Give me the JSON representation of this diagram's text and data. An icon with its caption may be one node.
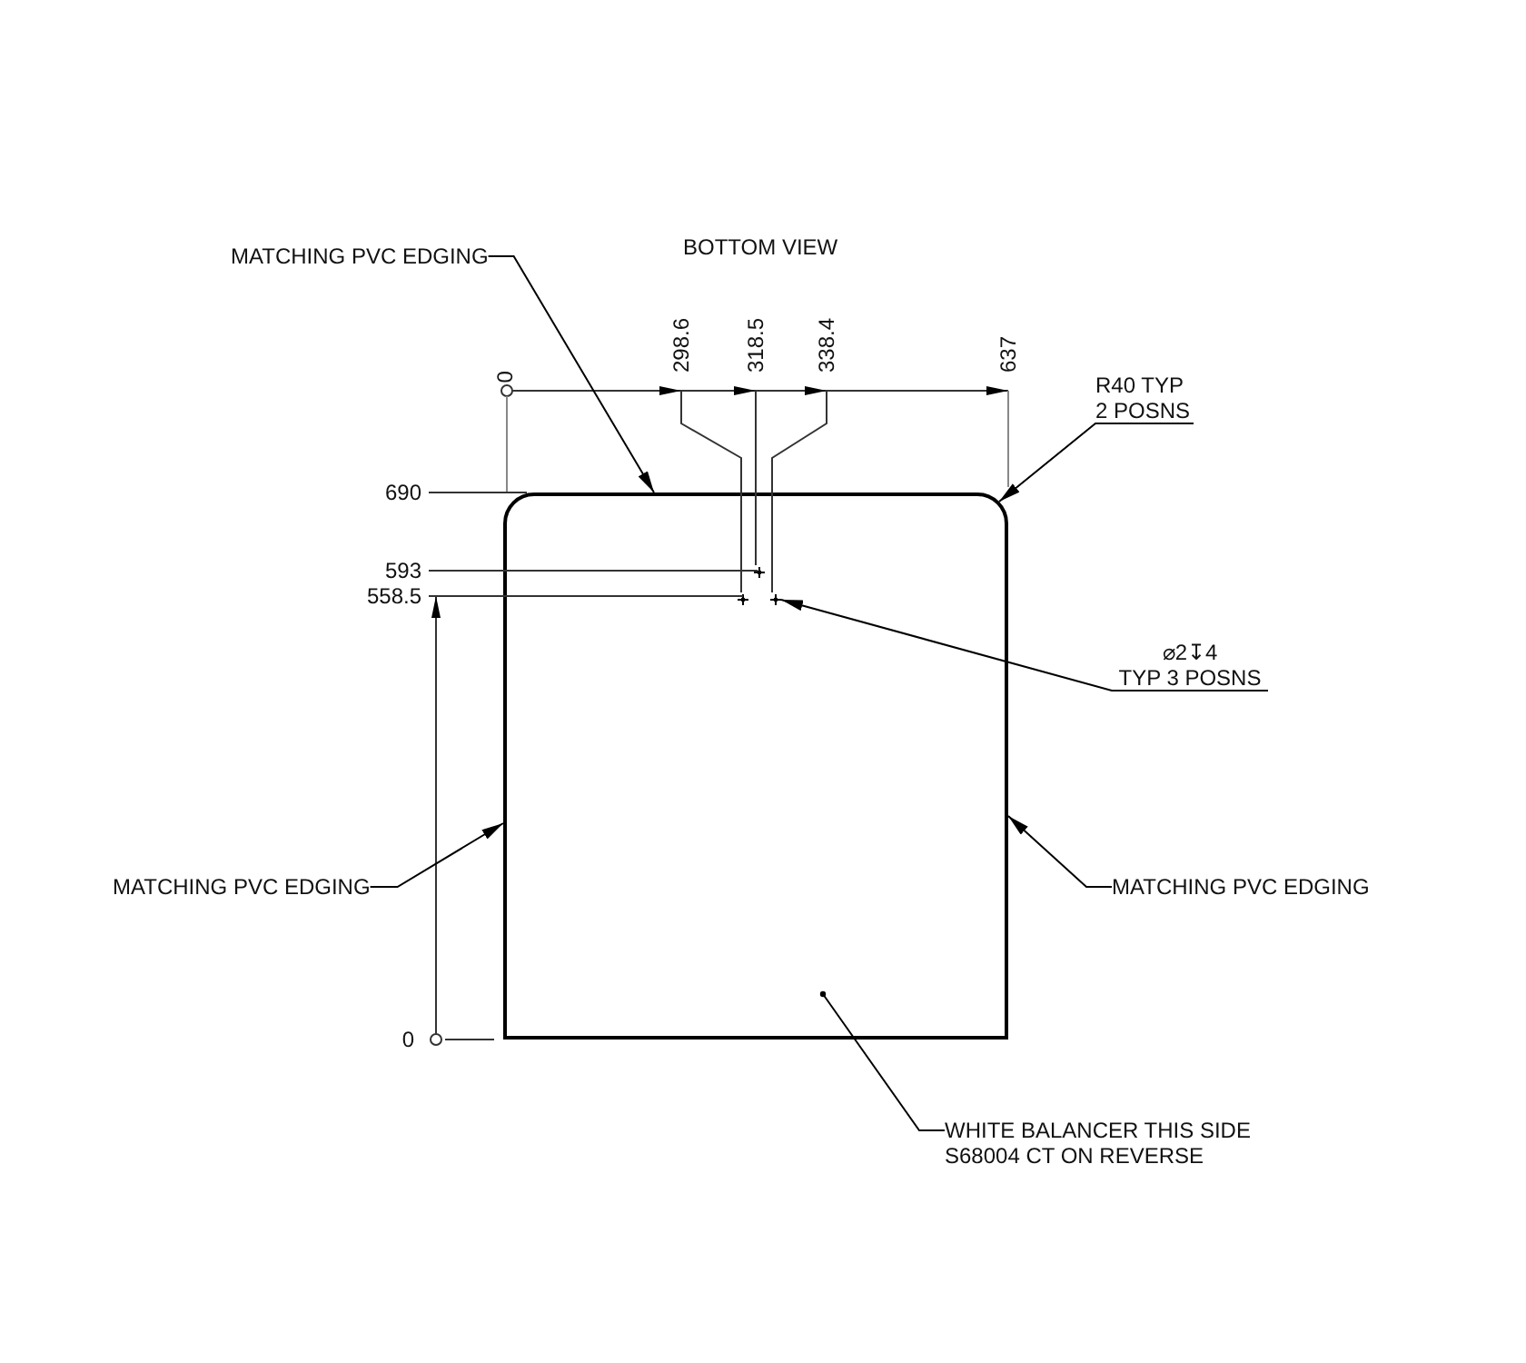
{
  "diagram": {
    "title": "BOTTOM VIEW",
    "nodes": [
      {
        "text": [
          "MATCHING PVC EDGING"
        ]
      },
      {
        "text": [
          "R40 TYP 2 POSNS"
        ]
      },
      {
        "text": [],
        "shape": "box"
      },
      {
        "text": [],
        "shape": "circle",
        "in": 2
      },
      {
        "text": [],
        "shape": "circle",
        "in": 2
      },
      {
        "text": [],
        "shape": "circle",
        "in": 2
      },
      {
        "text": [
          "⌀2↧4",
          "TYP 3 POSNS"
        ]
      },
      {
        "text": [
          "MATCHING PVC EDGING"
        ]
      },
      {
        "text": [
          "MATCHING PVC EDGING"
        ]
      },
      {
        "text": [
          "WHITE BALANCER THIS SIDE S68004 CT ON REVERSE"
        ]
      }
    ],
    "edges": [
      {
        "from": 0,
        "to": 2,
        "arrow": "to"
      },
      {
        "from": 1,
        "to": 2,
        "arrow": "to"
      },
      {
        "from": 6,
        "to": 5,
        "arrow": "to"
      },
      {
        "from": 7,
        "to": 2,
        "arrow": "to"
      },
      {
        "from": 8,
        "to": 2,
        "arrow": "to"
      },
      {
        "from": 9,
        "to": 2,
        "arrow": "other"
      }
    ],
    "labels": [
      "0",
      "298.6",
      "318.5",
      "338.4",
      "637",
      "690",
      "593",
      "558.5",
      "0"
    ]
  }
}
